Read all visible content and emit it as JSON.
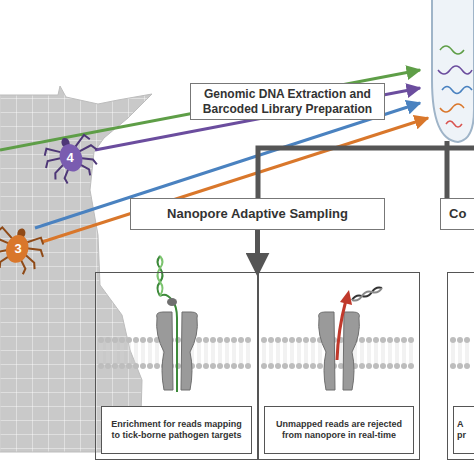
{
  "diagram": {
    "nodes": [
      {
        "text": [
          "Genomic DNA Extraction and Barcoded Library Preparation"
        ]
      },
      {
        "text": [
          "Nanopore Adaptive Sampling"
        ]
      },
      {
        "text": [
          "Co"
        ]
      },
      {
        "text": [
          "Enrichment for reads mapping to tick-borne pathogen targets"
        ]
      },
      {
        "text": [
          "Unmapped reads are rejected from nanopore in real-time"
        ]
      },
      {
        "text": [
          "A pr"
        ]
      }
    ],
    "edges": [
      {
        "from": 1,
        "to": 3,
        "arrow": "to"
      }
    ],
    "labels": [
      "4",
      "3"
    ]
  }
}
